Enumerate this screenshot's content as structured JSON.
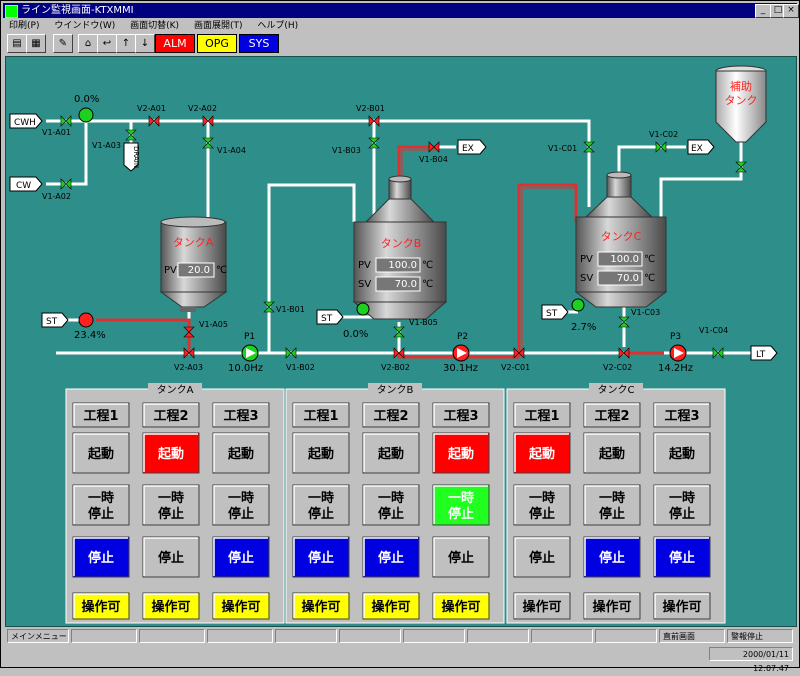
{
  "window": {
    "title": "ライン監視画面-KTXMMI"
  },
  "menu": [
    "印刷(P)",
    "ウインドウ(W)",
    "画面切替(K)",
    "画面展開(T)",
    "ヘルプ(H)"
  ],
  "toolbar": {
    "alm": "ALM",
    "opg": "OPG",
    "sys": "SYS"
  },
  "colors": {
    "background": "#2e8f8a",
    "pipe": "#ffffff",
    "active_pipe": "#e03030",
    "stop": "#0000e0",
    "start_active": "#ff0000",
    "pause_active": "#20ff20",
    "ready": "#ffff00"
  },
  "inputs": {
    "cwh": "CWH",
    "cw": "CW",
    "st1": "ST",
    "st2": "ST",
    "st3": "ST"
  },
  "outputs": {
    "ex1": "EX",
    "ex2": "EX",
    "lt": "LT",
    "drain": "DRAIN"
  },
  "valves": {
    "v1a01": "V1-A01",
    "v1a02": "V1-A02",
    "v1a03": "V1-A03",
    "v1a04": "V1-A04",
    "v1a05": "V1-A05",
    "v2a01": "V2-A01",
    "v2a02": "V2-A02",
    "v2a03": "V2-A03",
    "v1b01": "V1-B01",
    "v1b02": "V1-B02",
    "v1b03": "V1-B03",
    "v1b04": "V1-B04",
    "v1b05": "V1-B05",
    "v2b01": "V2-B01",
    "v2b02": "V2-B02",
    "v1c01": "V1-C01",
    "v1c02": "V1-C02",
    "v1c03": "V1-C03",
    "v1c04": "V1-C04",
    "v2c01": "V2-C01",
    "v2c02": "V2-C02"
  },
  "pct": {
    "mix": "0.0%",
    "st_a": "23.4%",
    "st_b": "0.0%",
    "st_c": "2.7%"
  },
  "pumps": {
    "p1": "P1",
    "p1_hz": "10.0Hz",
    "p2": "P2",
    "p2_hz": "30.1Hz",
    "p3": "P3",
    "p3_hz": "14.2Hz"
  },
  "tanks": {
    "a": {
      "name": "タンクA",
      "pv_label": "PV",
      "pv": "20.0",
      "unit": "℃"
    },
    "b": {
      "name": "タンクB",
      "pv_label": "PV",
      "pv": "100.0",
      "sv_label": "SV",
      "sv": "70.0",
      "unit": "℃"
    },
    "c": {
      "name": "タンクC",
      "pv_label": "PV",
      "pv": "100.0",
      "sv_label": "SV",
      "sv": "70.0",
      "unit": "℃"
    },
    "aux": {
      "name_line1": "補助",
      "name_line2": "タンク"
    }
  },
  "panels": [
    {
      "name": "タンクA",
      "processes": [
        {
          "label": "工程1",
          "start": "起動",
          "pause": "一時停止",
          "stop": "停止",
          "status": "操作可",
          "state": "stop",
          "ready": true
        },
        {
          "label": "工程2",
          "start": "起動",
          "pause": "一時停止",
          "stop": "停止",
          "status": "操作可",
          "state": "start",
          "ready": true
        },
        {
          "label": "工程3",
          "start": "起動",
          "pause": "一時停止",
          "stop": "停止",
          "status": "操作可",
          "state": "stop",
          "ready": true
        }
      ]
    },
    {
      "name": "タンクB",
      "processes": [
        {
          "label": "工程1",
          "start": "起動",
          "pause": "一時停止",
          "stop": "停止",
          "status": "操作可",
          "state": "stop",
          "ready": true
        },
        {
          "label": "工程2",
          "start": "起動",
          "pause": "一時停止",
          "stop": "停止",
          "status": "操作可",
          "state": "stop",
          "ready": true
        },
        {
          "label": "工程3",
          "start": "起動",
          "pause": "一時停止",
          "stop": "停止",
          "status": "操作可",
          "state": "start_pause",
          "ready": true
        }
      ]
    },
    {
      "name": "タンクC",
      "processes": [
        {
          "label": "工程1",
          "start": "起動",
          "pause": "一時停止",
          "stop": "停止",
          "status": "操作可",
          "state": "start",
          "ready": false
        },
        {
          "label": "工程2",
          "start": "起動",
          "pause": "一時停止",
          "stop": "停止",
          "status": "操作可",
          "state": "stop",
          "ready": false
        },
        {
          "label": "工程3",
          "start": "起動",
          "pause": "一時停止",
          "stop": "停止",
          "status": "操作可",
          "state": "stop",
          "ready": false
        }
      ]
    }
  ],
  "status": {
    "main_menu": "メインメニュー",
    "prev_screen": "直前画面",
    "alarm_stop": "警報停止",
    "datetime": "2000/01/11 12:07:47"
  }
}
